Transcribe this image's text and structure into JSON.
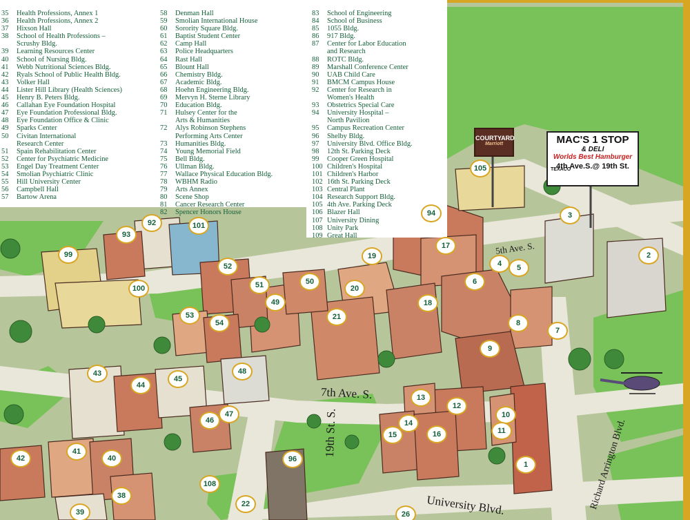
{
  "legend": {
    "columns": [
      [
        {
          "num": "35",
          "name": "Health Professions, Annex 1"
        },
        {
          "num": "36",
          "name": "Health Professions, Annex 2"
        },
        {
          "num": "37",
          "name": "Hixson Hall"
        },
        {
          "num": "38",
          "name": "School of Health Professions –"
        },
        {
          "num": "",
          "name": "Scrushy Bldg."
        },
        {
          "num": "39",
          "name": "Learning Resources Center"
        },
        {
          "num": "40",
          "name": "School of Nursing Bldg."
        },
        {
          "num": "41",
          "name": "Webb Nutritional Sciences Bldg."
        },
        {
          "num": "42",
          "name": "Ryals School of Public Health Bldg."
        },
        {
          "num": "43",
          "name": "Volker Hall"
        },
        {
          "num": "44",
          "name": "Lister Hill Library (Health Sciences)"
        },
        {
          "num": "45",
          "name": "Henry B. Peters Bldg."
        },
        {
          "num": "46",
          "name": "Callahan Eye Foundation Hospital"
        },
        {
          "num": "47",
          "name": "Eye Foundation Professional Bldg."
        },
        {
          "num": "48",
          "name": "Eye Foundation Office & Clinic"
        },
        {
          "num": "49",
          "name": "Sparks Center"
        },
        {
          "num": "50",
          "name": "Civitan International"
        },
        {
          "num": "",
          "name": "Research Center"
        },
        {
          "num": "51",
          "name": "Spain Rehabilitation Center"
        },
        {
          "num": "52",
          "name": "Center for Psychiatric Medicine"
        },
        {
          "num": "53",
          "name": "Engel Day Treatment Center"
        },
        {
          "num": "54",
          "name": "Smolian Psychiatric Clinic"
        },
        {
          "num": "55",
          "name": "Hill University Center"
        },
        {
          "num": "56",
          "name": "Campbell Hall"
        },
        {
          "num": "57",
          "name": "Bartow Arena"
        }
      ],
      [
        {
          "num": "58",
          "name": "Denman Hall"
        },
        {
          "num": "59",
          "name": "Smolian International House"
        },
        {
          "num": "60",
          "name": "Sorority Square Bldg."
        },
        {
          "num": "61",
          "name": "Baptist Student Center"
        },
        {
          "num": "62",
          "name": "Camp Hall"
        },
        {
          "num": "63",
          "name": "Police Headquarters"
        },
        {
          "num": "64",
          "name": "Rast Hall"
        },
        {
          "num": "65",
          "name": "Blount Hall"
        },
        {
          "num": "66",
          "name": "Chemistry Bldg."
        },
        {
          "num": "67",
          "name": "Academic Bldg."
        },
        {
          "num": "68",
          "name": "Hoehn Engineering Bldg."
        },
        {
          "num": "69",
          "name": "Mervyn H. Sterne Library"
        },
        {
          "num": "70",
          "name": "Education Bldg."
        },
        {
          "num": "71",
          "name": "Hulsey Center for the"
        },
        {
          "num": "",
          "name": "Arts & Humanities"
        },
        {
          "num": "72",
          "name": "Alys Robinson Stephens"
        },
        {
          "num": "",
          "name": "Performing Arts Center"
        },
        {
          "num": "73",
          "name": "Humanities Bldg."
        },
        {
          "num": "74",
          "name": "Young Memorial Field"
        },
        {
          "num": "75",
          "name": "Bell Bldg."
        },
        {
          "num": "76",
          "name": "Ullman Bldg."
        },
        {
          "num": "77",
          "name": "Wallace Physical Education Bldg."
        },
        {
          "num": "78",
          "name": "WBHM Radio"
        },
        {
          "num": "79",
          "name": "Arts Annex"
        },
        {
          "num": "80",
          "name": "Scene Shop"
        },
        {
          "num": "81",
          "name": "Cancer Research Center"
        },
        {
          "num": "82",
          "name": "Spencer Honors House"
        }
      ],
      [
        {
          "num": "83",
          "name": "School of Engineering"
        },
        {
          "num": "84",
          "name": "School of Business"
        },
        {
          "num": "85",
          "name": "1055 Bldg."
        },
        {
          "num": "86",
          "name": "917 Bldg."
        },
        {
          "num": "87",
          "name": "Center for Labor Education"
        },
        {
          "num": "",
          "name": "and Research"
        },
        {
          "num": "88",
          "name": "ROTC Bldg."
        },
        {
          "num": "89",
          "name": "Marshall Conference Center"
        },
        {
          "num": "90",
          "name": "UAB Child Care"
        },
        {
          "num": "91",
          "name": "BMCM Campus House"
        },
        {
          "num": "92",
          "name": "Center for Research in"
        },
        {
          "num": "",
          "name": "Women's Health"
        },
        {
          "num": "93",
          "name": "Obstetrics Special Care"
        },
        {
          "num": "94",
          "name": "University Hospital –"
        },
        {
          "num": "",
          "name": "North Pavilion"
        },
        {
          "num": "95",
          "name": "Campus Recreation Center"
        },
        {
          "num": "96",
          "name": "Shelby Bldg."
        },
        {
          "num": "97",
          "name": "University Blvd. Office Bldg."
        },
        {
          "num": "98",
          "name": "12th St. Parking Deck"
        },
        {
          "num": "99",
          "name": "Cooper Green Hospital"
        },
        {
          "num": "100",
          "name": "Children's Hospital"
        },
        {
          "num": "101",
          "name": "Children's Harbor"
        },
        {
          "num": "102",
          "name": "16th St. Parking Deck"
        },
        {
          "num": "103",
          "name": "Central Plant"
        },
        {
          "num": "104",
          "name": "Research Support Bldg."
        },
        {
          "num": "105",
          "name": "4th Ave. Parking Deck"
        },
        {
          "num": "106",
          "name": "Blazer Hall"
        },
        {
          "num": "107",
          "name": "University Dining"
        },
        {
          "num": "108",
          "name": "Unity Park"
        },
        {
          "num": "109",
          "name": "Great Hall"
        }
      ]
    ]
  },
  "streets": {
    "fifth_ave": "5th Ave. S.",
    "seventh_ave": "7th Ave. S.",
    "nineteenth_st": "19th St. S.",
    "university_blvd": "University Blvd.",
    "richard_arrington": "Richard Arrington Blvd."
  },
  "signs": {
    "courtyard": {
      "brand": "COURTYARD",
      "sub": "Marriott"
    },
    "macs": {
      "title": "MAC'S 1 STOP",
      "deli": "& DELI",
      "texaco": "TEXACO",
      "best": "Worlds Best Hamburger",
      "address": "4th Ave.S.@ 19th St."
    }
  },
  "markers": [
    {
      "id": "105",
      "label": "105"
    },
    {
      "id": "94",
      "label": "94"
    },
    {
      "id": "3",
      "label": "3"
    },
    {
      "id": "2",
      "label": "2"
    },
    {
      "id": "17",
      "label": "17"
    },
    {
      "id": "4",
      "label": "4"
    },
    {
      "id": "5",
      "label": "5"
    },
    {
      "id": "6",
      "label": "6"
    },
    {
      "id": "19",
      "label": "19"
    },
    {
      "id": "20",
      "label": "20"
    },
    {
      "id": "18",
      "label": "18"
    },
    {
      "id": "8",
      "label": "8"
    },
    {
      "id": "7",
      "label": "7"
    },
    {
      "id": "9",
      "label": "9"
    },
    {
      "id": "21",
      "label": "21"
    },
    {
      "id": "92",
      "label": "92"
    },
    {
      "id": "101",
      "label": "101"
    },
    {
      "id": "93",
      "label": "93"
    },
    {
      "id": "99",
      "label": "99"
    },
    {
      "id": "52",
      "label": "52"
    },
    {
      "id": "100",
      "label": "100"
    },
    {
      "id": "51",
      "label": "51"
    },
    {
      "id": "50",
      "label": "50"
    },
    {
      "id": "49",
      "label": "49"
    },
    {
      "id": "53",
      "label": "53"
    },
    {
      "id": "54",
      "label": "54"
    },
    {
      "id": "43",
      "label": "43"
    },
    {
      "id": "44",
      "label": "44"
    },
    {
      "id": "45",
      "label": "45"
    },
    {
      "id": "48",
      "label": "48"
    },
    {
      "id": "47",
      "label": "47"
    },
    {
      "id": "46",
      "label": "46"
    },
    {
      "id": "13",
      "label": "13"
    },
    {
      "id": "12",
      "label": "12"
    },
    {
      "id": "14",
      "label": "14"
    },
    {
      "id": "15",
      "label": "15"
    },
    {
      "id": "16",
      "label": "16"
    },
    {
      "id": "10",
      "label": "10"
    },
    {
      "id": "11",
      "label": "11"
    },
    {
      "id": "1",
      "label": "1"
    },
    {
      "id": "42",
      "label": "42"
    },
    {
      "id": "41",
      "label": "41"
    },
    {
      "id": "40",
      "label": "40"
    },
    {
      "id": "96",
      "label": "96"
    },
    {
      "id": "108",
      "label": "108"
    },
    {
      "id": "38",
      "label": "38"
    },
    {
      "id": "22",
      "label": "22"
    },
    {
      "id": "39",
      "label": "39"
    },
    {
      "id": "26",
      "label": "26"
    }
  ]
}
